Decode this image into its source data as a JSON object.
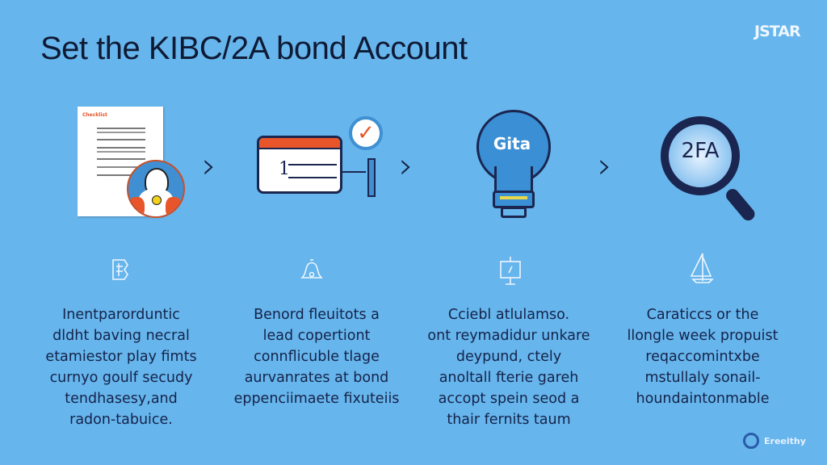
{
  "title": "Set the KIBC/2A bond Account",
  "logo_text": "JSTAR",
  "steps": [
    {
      "icon": "document-avatar-icon",
      "doc_heading": "Checklist",
      "lines": [
        "Inentparorduntic",
        "dldht baving necral",
        "etamiestor play fimts",
        "curnyo goulf secudy",
        "tendhasesy,and",
        "radon-tabuice."
      ]
    },
    {
      "icon": "form-checkmark-icon",
      "lines": [
        "Benord fleuitots a",
        "lead copertiont",
        "connflicuble tlage",
        "aurvanrates at bond",
        "eppenciimaete fixuteiis"
      ]
    },
    {
      "icon": "lightbulb-icon",
      "bulb_label": "Gita",
      "lines": [
        "Cciebl atlulamso.",
        "ont reymadidur unkare",
        "deypund, ctely",
        "anoltall fterie gareh",
        "accopt spein seod a",
        "thair fernits taum"
      ]
    },
    {
      "icon": "magnifier-icon",
      "lens_label": "2FA",
      "lines": [
        "Caraticcs or the",
        "llongle week propuist",
        "reqaccomintxbe",
        "mstullaly sonail-",
        "houndaintonmable"
      ]
    }
  ],
  "brand": "Ereeithy",
  "colors": {
    "background": "#66b5ec",
    "accent": "#e8552a",
    "navy": "#1b2650"
  }
}
